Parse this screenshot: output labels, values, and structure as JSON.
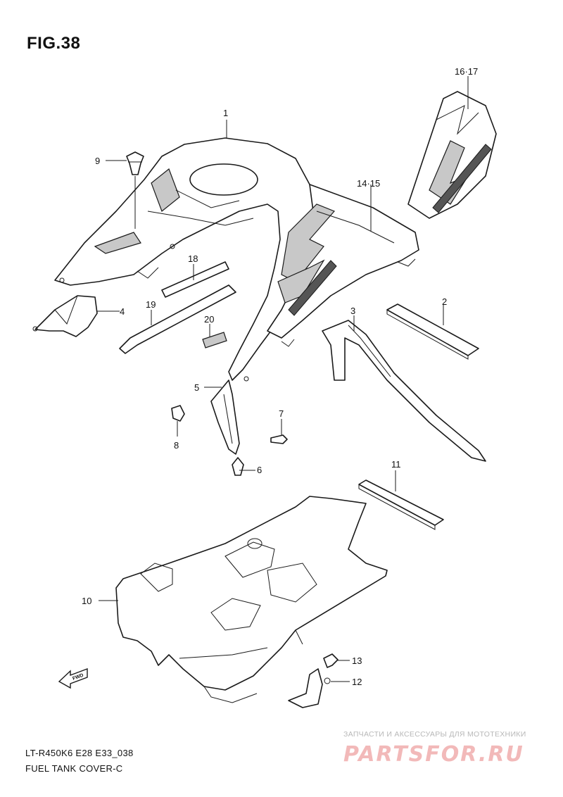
{
  "figure": {
    "title": "FIG.38"
  },
  "callouts": {
    "c1": "1",
    "c2": "2",
    "c3": "3",
    "c4": "4",
    "c5": "5",
    "c6": "6",
    "c7": "7",
    "c8": "8",
    "c9": "9",
    "c10": "10",
    "c11": "11",
    "c12": "12",
    "c13": "13",
    "c14_15": "14·15",
    "c16_17": "16·17",
    "c18": "18",
    "c19": "19",
    "c20": "20"
  },
  "fwd_label": "FWD",
  "footer": {
    "model": "LT-R450K6 E28 E33_038",
    "name": "FUEL TANK COVER-C"
  },
  "watermark": {
    "top": "ЗАПЧАСТИ И АКСЕССУАРЫ ДЛЯ МОТОТЕХНИКИ",
    "main": "PARTSFOR.RU"
  }
}
